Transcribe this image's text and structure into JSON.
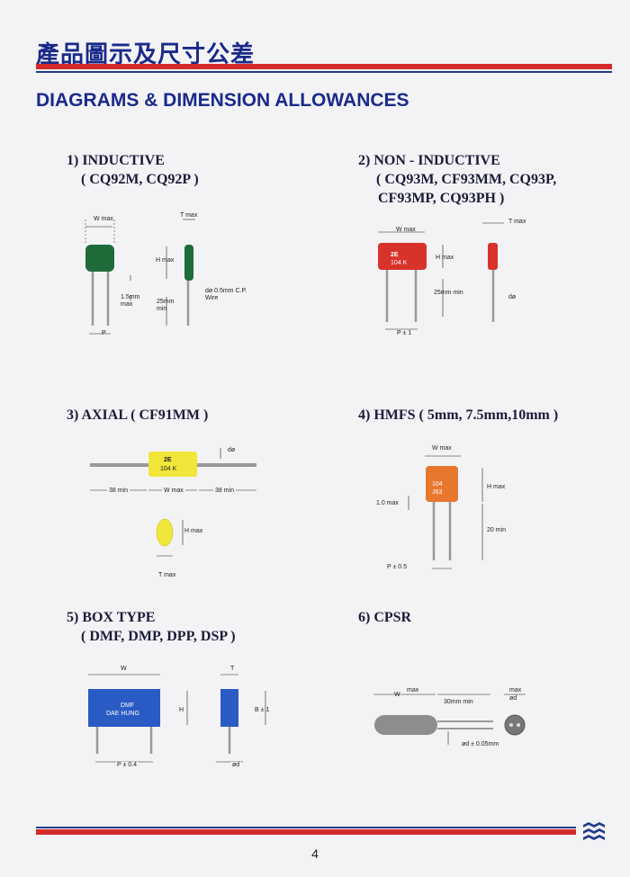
{
  "header": {
    "title_cn": "產品圖示及尺寸公差",
    "title_en": "DIAGRAMS & DIMENSION ALLOWANCES"
  },
  "sections": {
    "s1": {
      "title": "1) INDUCTIVE",
      "models": "( CQ92M, CQ92P )",
      "labels": {
        "w": "W max",
        "t": "T max",
        "h": "H max",
        "lead": "1.5mm max",
        "min": "25mm min",
        "wire": "dø  0.5mm C.P. Wire",
        "p": "P"
      }
    },
    "s2": {
      "title": "2) NON - INDUCTIVE",
      "models1": "( CQ93M, CF93MM, CQ93P,",
      "models2": "CF93MP, CQ93PH )",
      "labels": {
        "w": "W max",
        "t": "T max",
        "h": "H max",
        "min": "25mm min",
        "d": "dø",
        "p": "P ± 1",
        "mark1": "2E",
        "mark2": "104 K"
      }
    },
    "s3": {
      "title": "3) AXIAL ( CF91MM )",
      "labels": {
        "d": "dø",
        "left": "38 min",
        "w": "W max",
        "right": "38 min",
        "h": "H max",
        "t": "T max",
        "mark1": "2E",
        "mark2": "104 K"
      }
    },
    "s4": {
      "title": "4) HMFS ( 5mm, 7.5mm,10mm )",
      "labels": {
        "w": "W max",
        "h": "H max",
        "lead": "1.0 max",
        "min": "20 min",
        "p": "P ± 0.5",
        "mark1": "104",
        "mark2": "J63"
      }
    },
    "s5": {
      "title": "5) BOX TYPE",
      "models": "( DMF, DMP, DPP, DSP )",
      "labels": {
        "w": "W",
        "t": "T",
        "h": "H",
        "b": "B ± 1",
        "p": "P ± 0.4",
        "d": "ød",
        "mark1": "DMF",
        "mark2": "DAE HUNG"
      }
    },
    "s6": {
      "title": "6) CPSR",
      "labels": {
        "w": "W",
        "max1": "max",
        "min": "30mm min",
        "max2": "max",
        "d": "ød",
        "lead": "ød  ± 0.05mm"
      }
    }
  },
  "footer": {
    "page": "4"
  },
  "colors": {
    "red": "#d42a2a",
    "blue": "#1e3a8a",
    "green": "#1f6b3a",
    "cap_red": "#d8332a",
    "yellow": "#f1e63a",
    "orange": "#e8772e",
    "box_blue": "#2a5bc4"
  }
}
